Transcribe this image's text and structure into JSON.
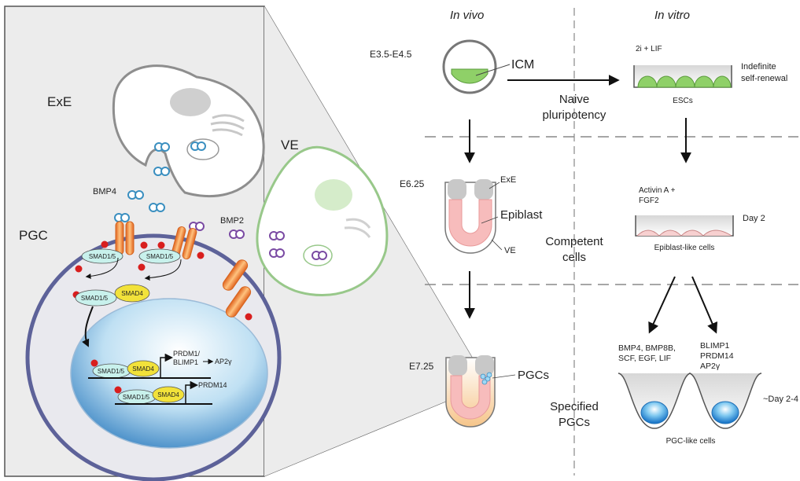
{
  "left_panel": {
    "exe": "ExE",
    "ve": "VE",
    "pgc": "PGC",
    "bmp4": "BMP4",
    "bmp2": "BMP2",
    "smad15_a": "SMAD1/5",
    "smad15_b": "SMAD1/5",
    "smad15_c": "SMAD1/5",
    "smad4_a": "SMAD4",
    "smad15_d": "SMAD1/5",
    "smad4_b": "SMAD4",
    "smad15_e": "SMAD1/5",
    "smad4_c": "SMAD4",
    "target1_line1": "PRDM1/",
    "target1_line2": "BLIMP1",
    "target1_out": "AP2γ",
    "target2": "PRDM14"
  },
  "right_panel": {
    "in_vivo": "In vivo",
    "in_vitro": "In vitro",
    "stage1": "E3.5-E4.5",
    "icm": "ICM",
    "naive_line1": "Naive",
    "naive_line2": "pluripotency",
    "tiwo_lif": "2i + LIF",
    "escs": "ESCs",
    "selfrenew_line1": "Indefinite",
    "selfrenew_line2": "self-renewal",
    "stage2": "E6.25",
    "exe": "ExE",
    "epiblast": "Epiblast",
    "ve": "VE",
    "competent_line1": "Competent",
    "competent_line2": "cells",
    "activin_line1": "Activin A +",
    "activin_line2": "FGF2",
    "day2": "Day 2",
    "epilike": "Epiblast-like cells",
    "stage3": "E7.25",
    "pgcs": "PGCs",
    "specified_line1": "Specified",
    "specified_line2": "PGCs",
    "cond1_line1": "BMP4, BMP8B,",
    "cond1_line2": "SCF, EGF, LIF",
    "cond2_line1": "BLIMP1",
    "cond2_line2": "PRDM14",
    "cond2_line3": "AP2γ",
    "day24": "~Day 2-4",
    "pgclike": "PGC-like cells"
  },
  "colors": {
    "exe_cell": "#9a9a9a",
    "ve_cell": "#9ccc8a",
    "pgc_membrane": "#5a5f9a",
    "nucleus_blue": "#4a90c8",
    "receptor_orange": "#f0883a",
    "phospho_red": "#d81e1e",
    "smad4_yellow": "#f2e23a",
    "smad15_teal": "#b8eee8",
    "epiblast_pink": "#f7bcbc",
    "icm_green": "#8fd068"
  }
}
